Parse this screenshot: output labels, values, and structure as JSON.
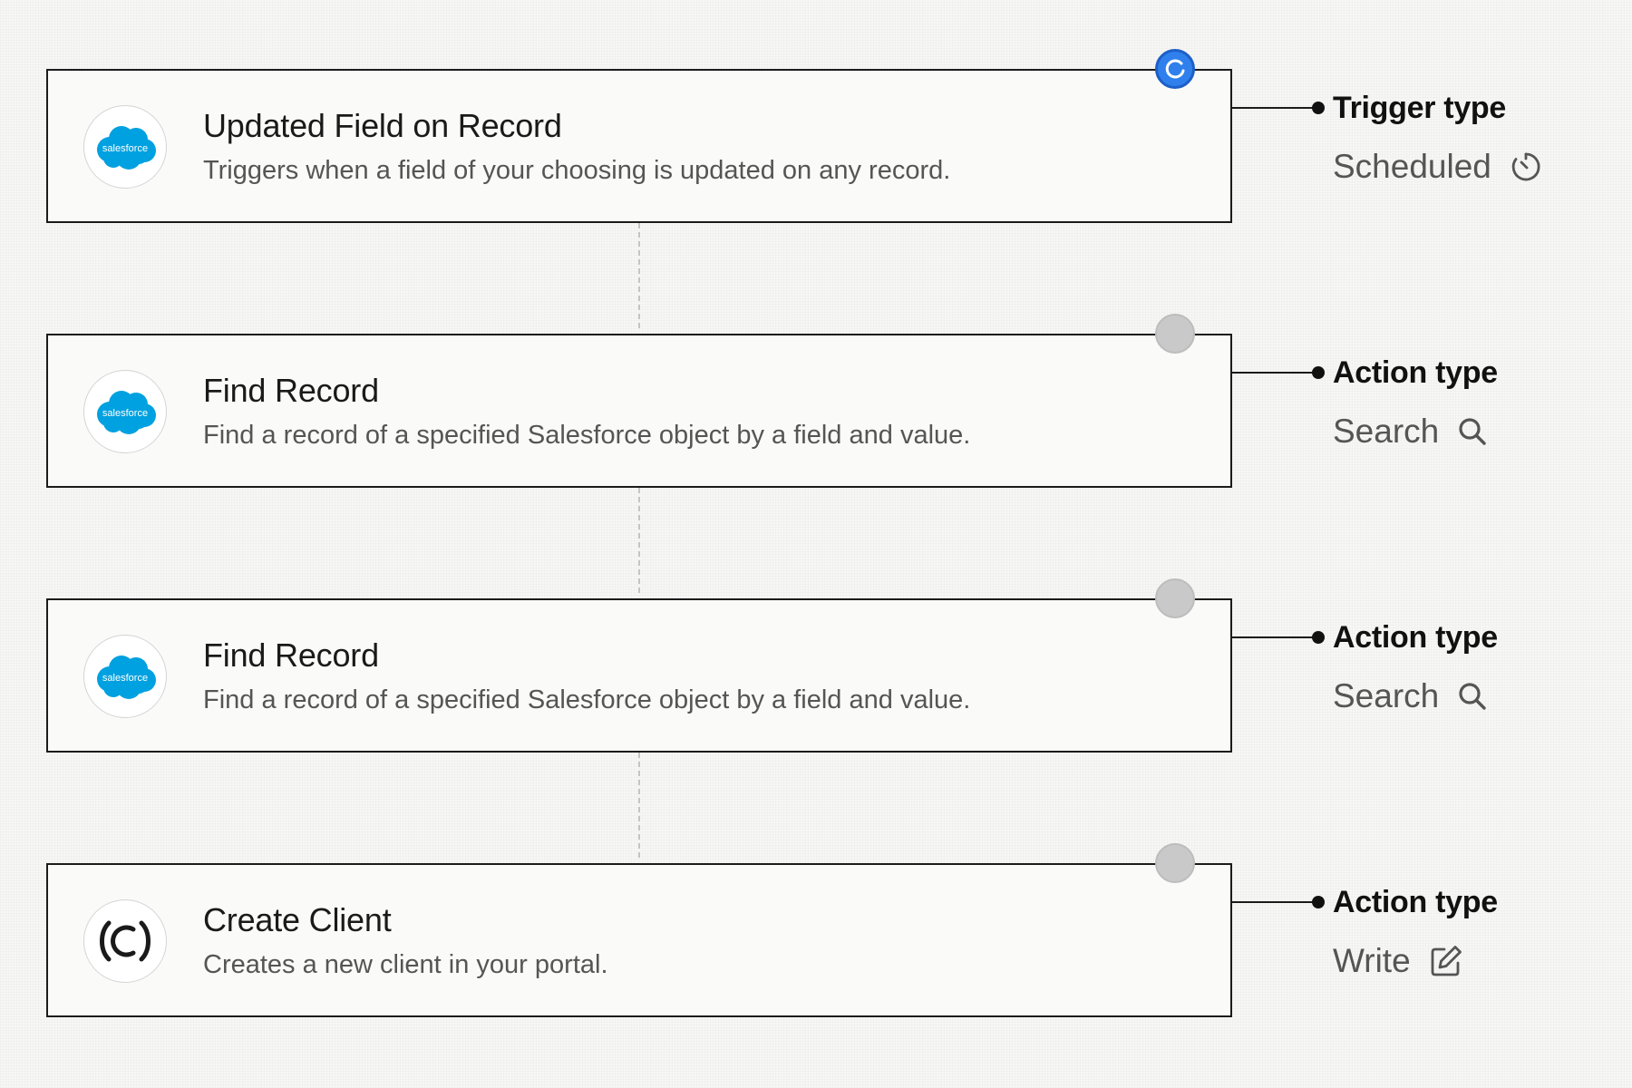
{
  "steps": [
    {
      "app": "salesforce",
      "logo_icon": "salesforce-logo-icon",
      "logo_text": "salesforce",
      "title": "Updated Field on Record",
      "description": "Triggers when a field of your choosing is updated on any record.",
      "status": "running",
      "kind_label": "Trigger type",
      "kind_value": "Scheduled",
      "kind_icon": "clock-icon"
    },
    {
      "app": "salesforce",
      "logo_icon": "salesforce-logo-icon",
      "logo_text": "salesforce",
      "title": "Find Record",
      "description": "Find a record of a specified Salesforce object by a field and value.",
      "status": "idle",
      "kind_label": "Action type",
      "kind_value": "Search",
      "kind_icon": "search-icon"
    },
    {
      "app": "salesforce",
      "logo_icon": "salesforce-logo-icon",
      "logo_text": "salesforce",
      "title": "Find Record",
      "description": "Find a record of a specified Salesforce object by a field and value.",
      "status": "idle",
      "kind_label": "Action type",
      "kind_value": "Search",
      "kind_icon": "search-icon"
    },
    {
      "app": "client-portal",
      "logo_icon": "portal-logo-icon",
      "title": "Create Client",
      "description": "Creates a new client in your portal.",
      "status": "idle",
      "kind_label": "Action type",
      "kind_value": "Write",
      "kind_icon": "edit-icon"
    }
  ],
  "colors": {
    "salesforce_blue": "#00a1e0",
    "active_status": "#2f80ed",
    "idle_status": "#c9c9c9",
    "border": "#1b1b1b",
    "title_text": "#1a1a1a",
    "muted_text": "#555555"
  }
}
